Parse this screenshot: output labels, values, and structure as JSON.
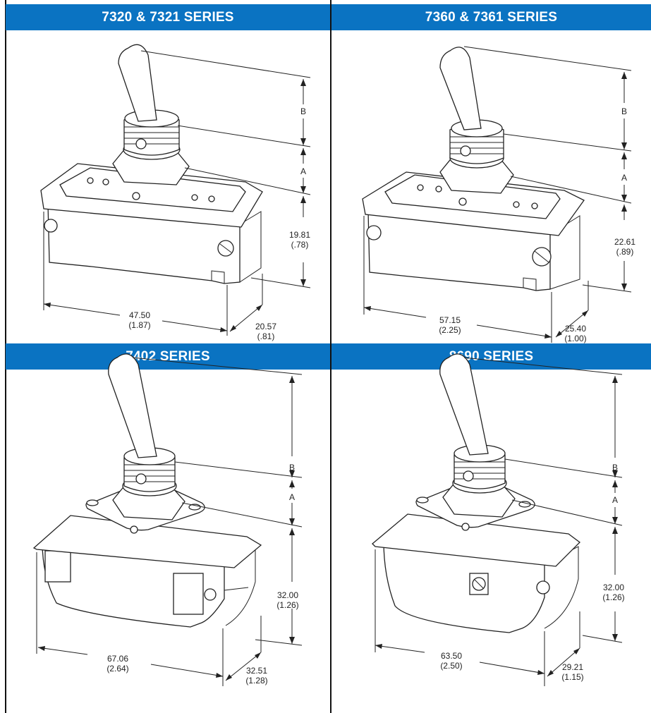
{
  "colors": {
    "header_bg": "#0a73c2",
    "header_text": "#ffffff",
    "frame": "#111111"
  },
  "panels": [
    {
      "title": "7320 & 7321 SERIES",
      "label_b": "B",
      "label_a": "A",
      "height_mm": "19.81",
      "height_in": "(.78)",
      "width_mm": "47.50",
      "width_in": "(1.87)",
      "depth_mm": "20.57",
      "depth_in": "(.81)"
    },
    {
      "title": "7360 & 7361 SERIES",
      "label_b": "B",
      "label_a": "A",
      "height_mm": "22.61",
      "height_in": "(.89)",
      "width_mm": "57.15",
      "width_in": "(2.25)",
      "depth_mm": "25.40",
      "depth_in": "(1.00)"
    },
    {
      "title": "7402 SERIES",
      "label_b": "B",
      "label_a": "A",
      "height_mm": "32.00",
      "height_in": "(1.26)",
      "width_mm": "67.06",
      "width_in": "(2.64)",
      "depth_mm": "32.51",
      "depth_in": "(1.28)"
    },
    {
      "title": "8690 SERIES",
      "label_b": "B",
      "label_a": "A",
      "height_mm": "32.00",
      "height_in": "(1.26)",
      "width_mm": "63.50",
      "width_in": "(2.50)",
      "depth_mm": "29.21",
      "depth_in": "(1.15)"
    }
  ]
}
